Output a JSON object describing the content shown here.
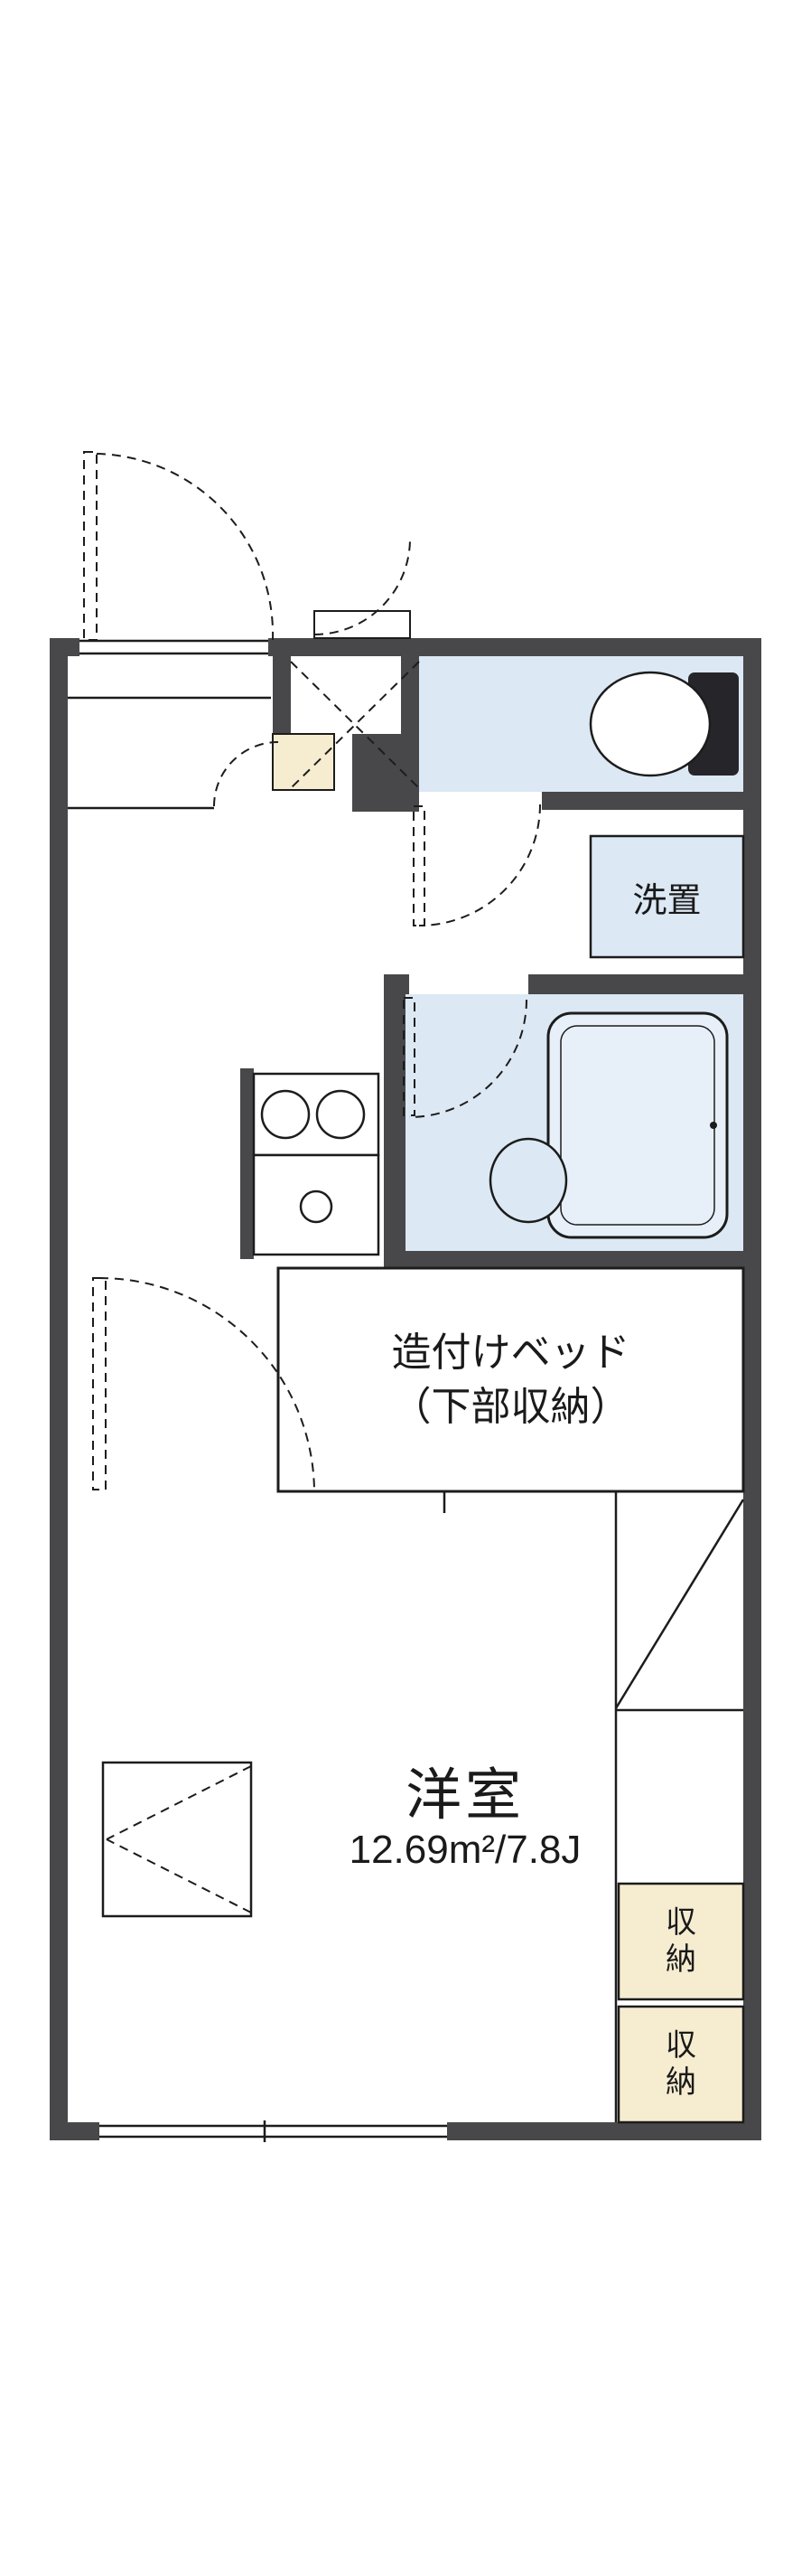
{
  "floorplan": {
    "labels": {
      "washer": "洗置",
      "bed_line1": "造付けベッド",
      "bed_line2": "（下部収納）",
      "room_name": "洋室",
      "room_size": "12.69m²/7.8J",
      "storage_top": "収納",
      "storage_bottom": "収納"
    },
    "colors": {
      "wall": "#48484a",
      "water_area_fill": "#dce8f4",
      "storage_fill": "#f6ecd0",
      "line": "#1c1c1c",
      "background": "#ffffff"
    }
  }
}
